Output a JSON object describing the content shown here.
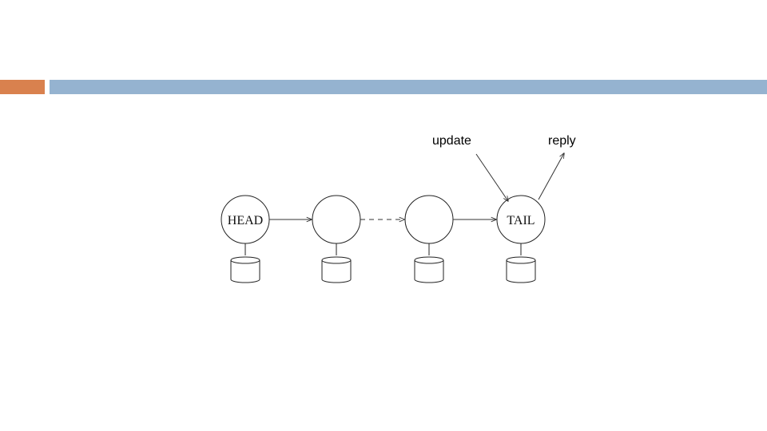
{
  "header": {
    "accent_color": "#D9814E",
    "bar_color": "#95B3D0"
  },
  "diagram": {
    "update_label": "update",
    "reply_label": "reply",
    "nodes": [
      {
        "label": "HEAD"
      },
      {
        "label": ""
      },
      {
        "label": ""
      },
      {
        "label": "TAIL"
      }
    ]
  }
}
